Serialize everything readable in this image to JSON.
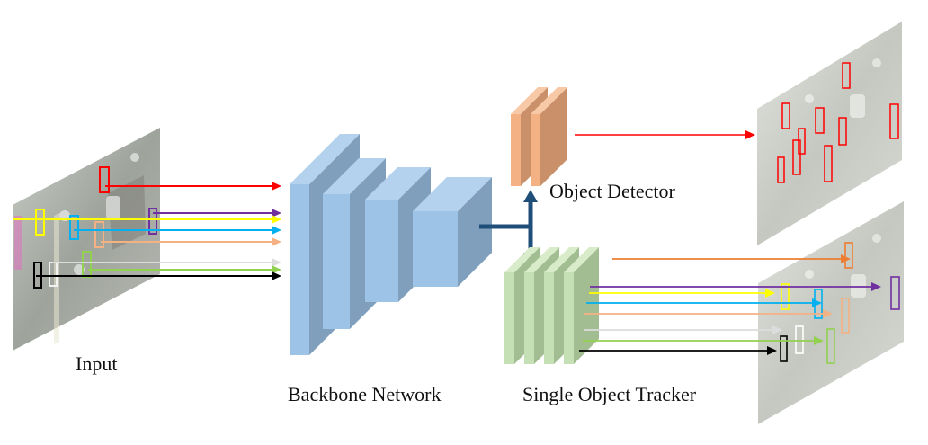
{
  "diagram": {
    "title": "Multi-object tracking pipeline",
    "labels": {
      "input": "Input",
      "backbone": "Backbone Network",
      "detector": "Object Detector",
      "tracker": "Single Object Tracker"
    },
    "colors": {
      "backbone_front": "#9dc3e6",
      "backbone_side": "#7f9fbd",
      "backbone_top": "#b4d2ee",
      "detector_front": "#f4b183",
      "detector_side": "#c9906a",
      "tracker_front": "#c5e0b4",
      "tracker_side": "#a3bd92",
      "connector": "#1f4e79",
      "detection_arrow": "#ff0000"
    },
    "tracks": [
      {
        "name": "red",
        "color": "#ff0000"
      },
      {
        "name": "purple",
        "color": "#7030a0"
      },
      {
        "name": "yellow",
        "color": "#ffff00"
      },
      {
        "name": "cyan",
        "color": "#00b0f0"
      },
      {
        "name": "peach",
        "color": "#f4b183"
      },
      {
        "name": "light-gray",
        "color": "#dcdcdc"
      },
      {
        "name": "green",
        "color": "#92d050"
      },
      {
        "name": "black",
        "color": "#000000"
      }
    ],
    "tracker_tracks": [
      {
        "name": "orange",
        "color": "#ed7d31"
      },
      {
        "name": "purple",
        "color": "#7030a0"
      },
      {
        "name": "yellow",
        "color": "#ffff00"
      },
      {
        "name": "cyan",
        "color": "#00b0f0"
      },
      {
        "name": "peach",
        "color": "#f4b183"
      },
      {
        "name": "light-gray",
        "color": "#dcdcdc"
      },
      {
        "name": "green",
        "color": "#92d050"
      },
      {
        "name": "black",
        "color": "#000000"
      }
    ],
    "backbone_layers": 4,
    "detector_layers": 2,
    "tracker_layers": 4,
    "detections_count": 9
  }
}
